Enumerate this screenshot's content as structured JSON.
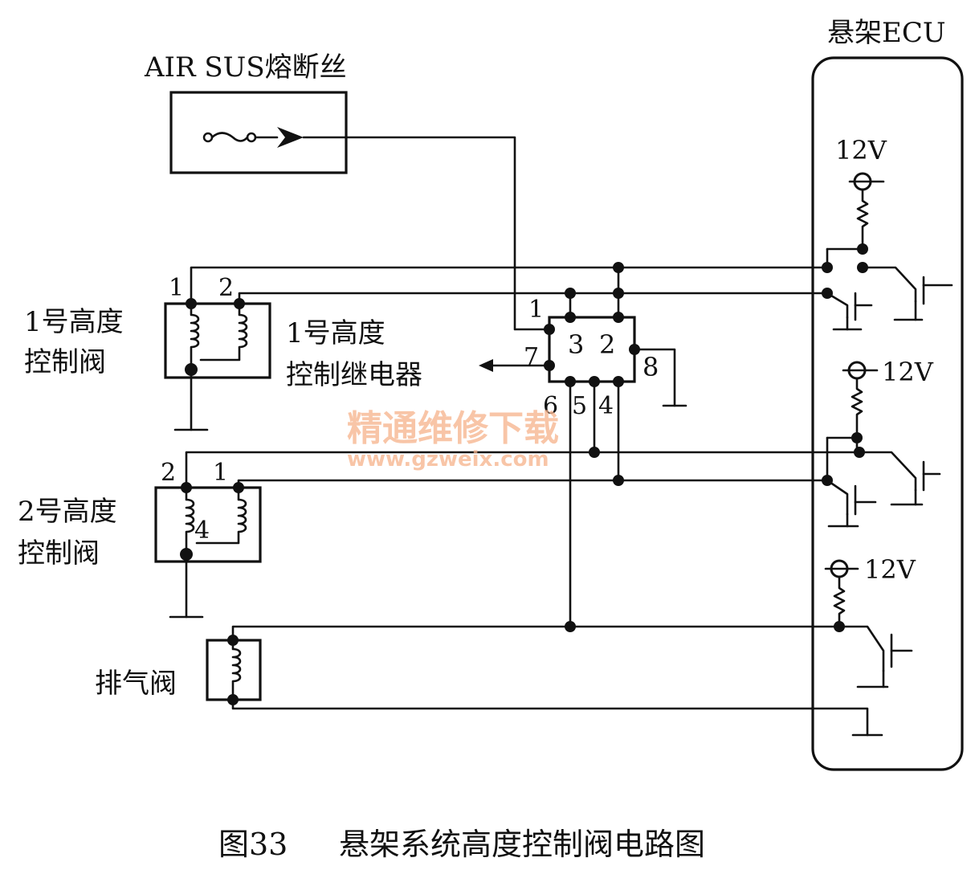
{
  "fuse": {
    "label": "AIR SUS熔断丝"
  },
  "ecu": {
    "label": "悬架ECU",
    "supplies": [
      "12V",
      "12V",
      "12V"
    ]
  },
  "relay": {
    "label_line1": "1号高度",
    "label_line2": "控制继电器",
    "pins": {
      "p1": "1",
      "p2": "2",
      "p3": "3",
      "p4": "4",
      "p5": "5",
      "p6": "6",
      "p7": "7",
      "p8": "8"
    }
  },
  "valve1": {
    "label_line1": "1号高度",
    "label_line2": "控制阀",
    "pin_a": "1",
    "pin_b": "2"
  },
  "valve2": {
    "label_line1": "2号高度",
    "label_line2": "控制阀",
    "pin_a": "2",
    "pin_b": "1",
    "center": "4"
  },
  "exhaust": {
    "label": "排气阀"
  },
  "watermark": {
    "line1": "精通维修下载",
    "line2": "www.gzweix.com"
  },
  "caption": {
    "figure": "图33",
    "title": "悬架系统高度控制阀电路图"
  }
}
